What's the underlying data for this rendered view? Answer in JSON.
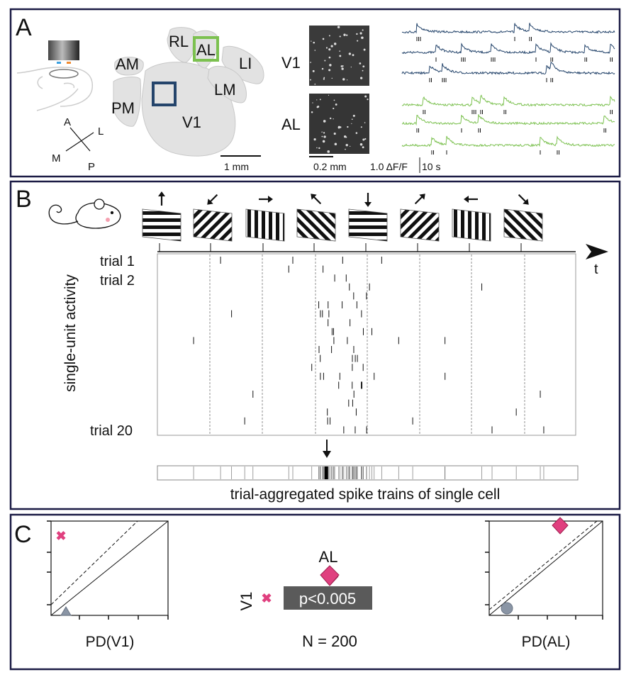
{
  "panel_a": {
    "letter": "A",
    "compass": {
      "a": "A",
      "l": "L",
      "m": "M",
      "p": "P"
    },
    "areas": [
      "RL",
      "AL",
      "AM",
      "LI",
      "LM",
      "PM",
      "V1"
    ],
    "scale_brain": "1 mm",
    "image_labels": [
      "V1",
      "AL"
    ],
    "scale_image": "0.2 mm",
    "scale_df": "1.0 ΔF/F",
    "scale_time": "10 s",
    "colors": {
      "v1": "#24446b",
      "al": "#7cc150",
      "area_fill": "#e2e2e2"
    }
  },
  "panel_b": {
    "letter": "B",
    "directions": [
      "up",
      "down-left",
      "right",
      "up-left",
      "down",
      "up-right",
      "left",
      "down-right"
    ],
    "time_label": "t",
    "trial_labels": [
      "trial 1",
      "trial 2",
      "trial 20"
    ],
    "y_label": "single-unit activity",
    "caption": "trial-aggregated spike trains of single cell"
  },
  "panel_c": {
    "letter": "C",
    "left_xlabel": "PD(V1)",
    "right_xlabel": "PD(AL)",
    "center_top": "AL",
    "center_side": "V1",
    "pvalue": "p<0.005",
    "n_label": "N = 200",
    "colors": {
      "marker": "#e0407f",
      "gray": "#8a95a5",
      "pbox": "#5a5a5a"
    }
  }
}
